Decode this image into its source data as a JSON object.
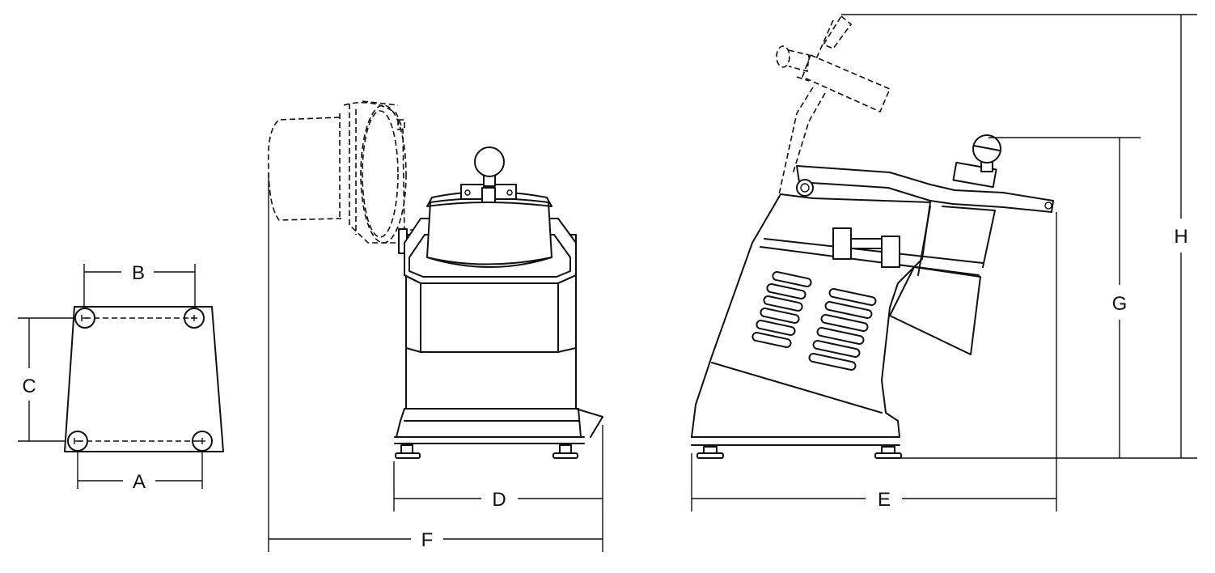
{
  "dimensions": {
    "A": "A",
    "B": "B",
    "C": "C",
    "D": "D",
    "E": "E",
    "F": "F",
    "G": "G",
    "H": "H"
  }
}
